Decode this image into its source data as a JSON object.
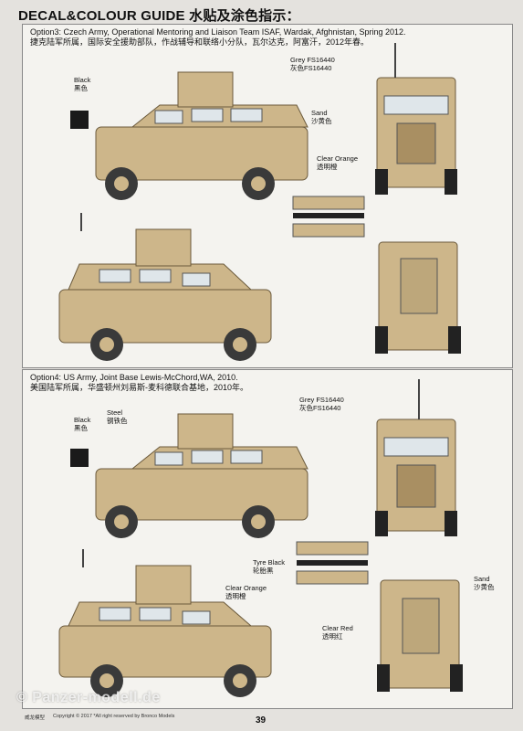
{
  "title": "DECAL&COLOUR GUIDE 水贴及涂色指示：",
  "option3": {
    "line1": "Option3: Czech Army, Operational Mentoring and Liaison Team ISAF, Wardak, Afghnistan, Spring 2012.",
    "line2": "捷克陆军所属，国际安全援助部队，作战辅导和联络小分队，瓦尔达克，阿富汗，2012年春。",
    "black_en": "Black",
    "black_cn": "黑色",
    "grey_en": "Grey FS16440",
    "grey_cn": "灰色FS16440",
    "sand_en": "Sand",
    "sand_cn": "沙黄色",
    "orange_en": "Clear Orange",
    "orange_cn": "透明橙"
  },
  "option4": {
    "line1": "Option4: US Army, Joint Base Lewis-McChord,WA, 2010.",
    "line2": "美国陆军所属，华盛顿州刘易斯-麦科德联合基地，2010年。",
    "black_en": "Black",
    "black_cn": "黑色",
    "steel_en": "Steel",
    "steel_cn": "钢铁色",
    "grey_en": "Grey FS16440",
    "grey_cn": "灰色FS16440",
    "tyre_en": "Tyre Black",
    "tyre_cn": "轮胎黑",
    "orange_en": "Clear Orange",
    "orange_cn": "透明橙",
    "red_en": "Clear Red",
    "red_cn": "透明红",
    "sand_en": "Sand",
    "sand_cn": "沙黄色"
  },
  "page_number": "39",
  "footer_left": "威龙模型",
  "footer_mid": "Copyright © 2017 *All right reserved by Bronco Models",
  "watermark": "© Panzer-modell.de",
  "colors": {
    "sand": "#cdb68a",
    "sand_dark": "#a98f62",
    "black": "#1a1a1a",
    "callout": "#c0392b"
  }
}
